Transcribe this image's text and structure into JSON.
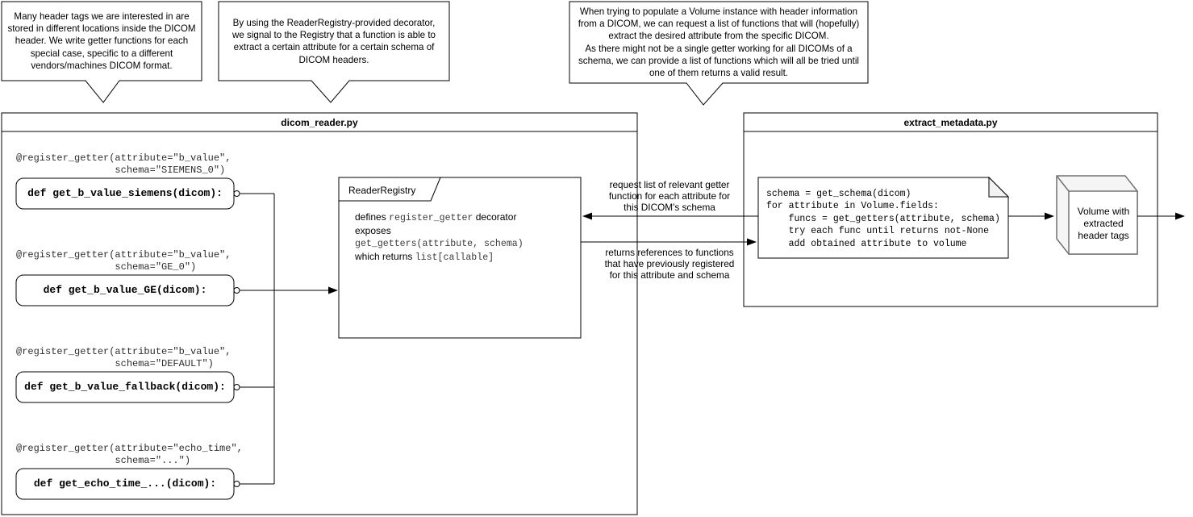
{
  "callouts": [
    {
      "text": "Many header tags we are interested in are\nstored in different locations inside the DICOM\nheader. We write getter functions for each\nspecial case, specific to a different\nvendors/machines DICOM format."
    },
    {
      "text": "By using the ReaderRegistry-provided decorator,\nwe signal to the Registry that a function is able to\nextract a certain attribute for a certain schema of\nDICOM headers."
    },
    {
      "text": "When trying to populate a Volume instance with header information\nfrom a DICOM, we can request a list of functions that will (hopefully)\nextract the desired attribute from the specific DICOM.\nAs there might not be a single getter working for all DICOMs of a\nschema, we can provide a list of functions which will all be tried until\none of them returns a valid result."
    }
  ],
  "modules": {
    "dicom_reader": {
      "title": "dicom_reader.py"
    },
    "extract_metadata": {
      "title": "extract_metadata.py"
    }
  },
  "getters": [
    {
      "decorator": "@register_getter(attribute=\"b_value\",\n                 schema=\"SIEMENS_0\")",
      "signature": "def get_b_value_siemens(dicom):"
    },
    {
      "decorator": "@register_getter(attribute=\"b_value\",\n                 schema=\"GE_0\")",
      "signature": "def get_b_value_GE(dicom):"
    },
    {
      "decorator": "@register_getter(attribute=\"b_value\",\n                 schema=\"DEFAULT\")",
      "signature": "def get_b_value_fallback(dicom):"
    },
    {
      "decorator": "@register_getter(attribute=\"echo_time\",\n                 schema=\"...\")",
      "signature": "def get_echo_time_...(dicom):"
    }
  ],
  "registry": {
    "title": "ReaderRegistry",
    "line1_plain": "defines ",
    "line1_code": "register_getter",
    "line1_tail": " decorator",
    "line2": "exposes",
    "line3_code": "get_getters(attribute, schema)",
    "line4_plain": "which returns ",
    "line4_code": "list[callable]"
  },
  "flows": {
    "request_label": "request list of relevant getter\nfunction for each attribute for\nthis DICOM's schema",
    "returns_label": "returns references to functions\nthat have previously registered\nfor this attribute and schema"
  },
  "extract_code": "schema = get_schema(dicom)\nfor attribute in Volume.fields:\n    funcs = get_getters(attribute, schema)\n    try each func until returns not-None\n    add obtained attribute to volume",
  "volume_box": {
    "label": "Volume with\nextracted\nheader tags"
  },
  "colors": {
    "stroke": "#000000",
    "cube_stroke": "#737373",
    "cube_fill": "#f5f5f5",
    "fold_fill": "#f2f2f2",
    "background": "#ffffff"
  }
}
